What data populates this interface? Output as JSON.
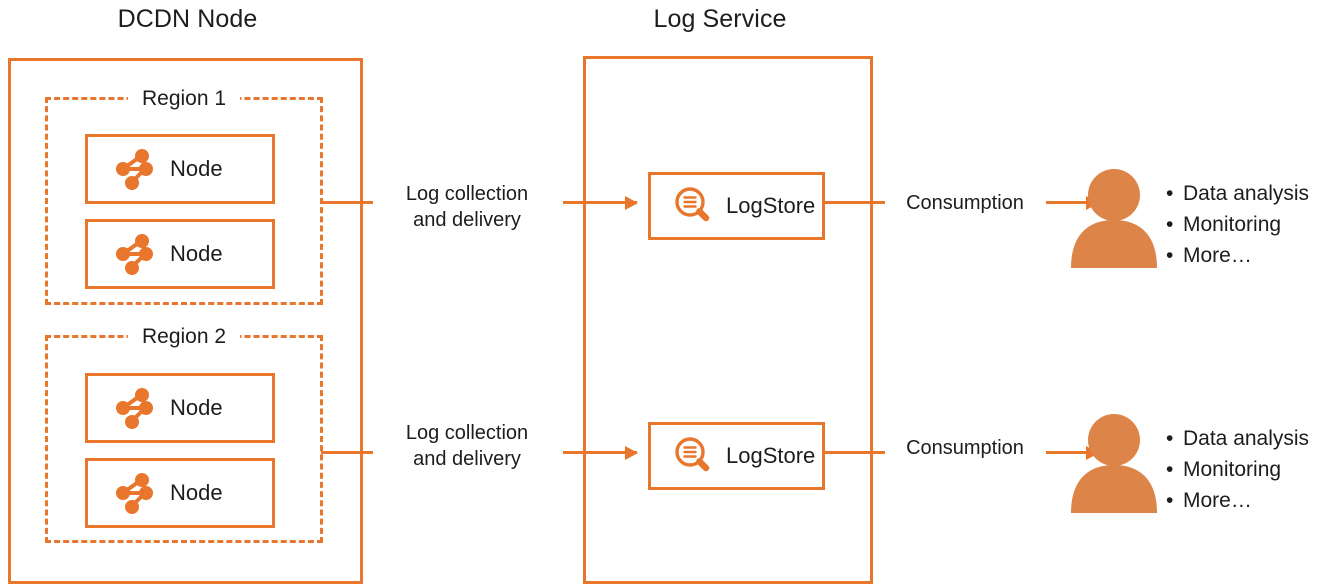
{
  "diagram": {
    "title_left": "DCDN Node",
    "title_right": "Log Service",
    "colors": {
      "accent": "#E8762C",
      "person_fill": "#DD8449",
      "text": "#1d1d1d",
      "background": "#ffffff"
    }
  },
  "dcdn": {
    "regions": [
      {
        "label": "Region 1",
        "nodes": [
          {
            "label": "Node",
            "icon": "network-node-icon"
          },
          {
            "label": "Node",
            "icon": "network-node-icon"
          }
        ]
      },
      {
        "label": "Region 2",
        "nodes": [
          {
            "label": "Node",
            "icon": "network-node-icon"
          },
          {
            "label": "Node",
            "icon": "network-node-icon"
          }
        ]
      }
    ]
  },
  "log_service": {
    "logstores": [
      {
        "label": "LogStore",
        "icon": "log-search-icon"
      },
      {
        "label": "LogStore",
        "icon": "log-search-icon"
      }
    ]
  },
  "flows": {
    "delivery_label": "Log collection\nand delivery",
    "consumption_label": "Consumption"
  },
  "consumers": [
    {
      "icon": "user-icon",
      "items": [
        "Data analysis",
        "Monitoring",
        "More…"
      ]
    },
    {
      "icon": "user-icon",
      "items": [
        "Data analysis",
        "Monitoring",
        "More…"
      ]
    }
  ]
}
